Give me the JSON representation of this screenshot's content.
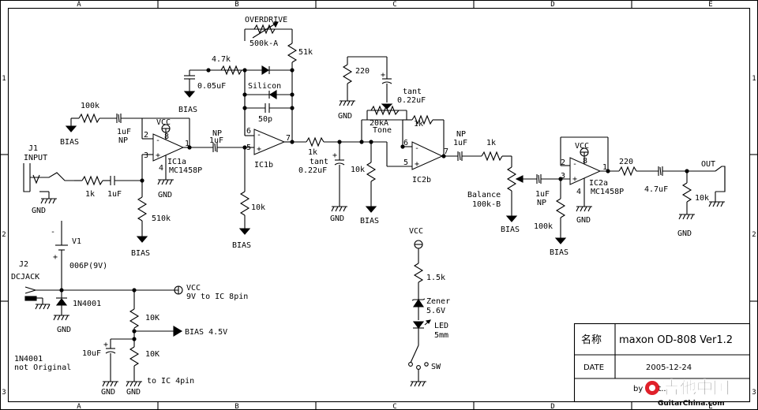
{
  "frame": {
    "columns": [
      "A",
      "B",
      "C",
      "D",
      "E"
    ],
    "rows": [
      "1",
      "2",
      "3"
    ]
  },
  "title_block": {
    "name_label": "名称",
    "name_value": "maxon OD-808 Ver1.2",
    "date_label": "DATE",
    "date_value": "2005-12-24",
    "by_value": "by mat..."
  },
  "watermark": {
    "main": "吉他中国",
    "sub": "GuitarChina.com"
  },
  "labels": {
    "j1": "J1",
    "input": "INPUT",
    "gnd": "GND",
    "bias": "BIAS",
    "vcc": "VCC",
    "r_100k": "100k",
    "c_1uf_np": "1uF",
    "np": "NP",
    "r_1k": "1k",
    "c_1uf": "1uF",
    "r_510k": "510k",
    "ic1a": "IC1a",
    "mc1458p": "MC1458P",
    "c_005uf": "0.05uF",
    "r_47k": "4.7k",
    "overdrive": "OVERDRIVE",
    "pot_500k": "500k-A",
    "r_51k": "51k",
    "silicon": "Silicon",
    "c_50p": "50p",
    "ic1b": "IC1b",
    "r_10k": "10k",
    "tant": "tant",
    "c_022uf": "0.22uF",
    "r_220": "220",
    "tone_pot": "20kA",
    "tone": "Tone",
    "ic2b": "IC2b",
    "balance": "Balance",
    "balance_pot": "100k-B",
    "ic2a": "IC2a",
    "c_47uf": "4.7uF",
    "out": "OUT",
    "v1": "V1",
    "battery": "006P(9V)",
    "j2": "J2",
    "dcjack": "DCJACK",
    "d_1n4001": "1N4001",
    "vcc_note": "9V to IC 8pin",
    "r_10K": "10K",
    "bias_45": "BIAS 4.5V",
    "c_10uf": "10uF",
    "to_ic4": "to IC 4pin",
    "not_original": "not Original",
    "r_15k": "1.5k",
    "zener": "Zener",
    "zener_v": "5.6V",
    "led": "LED",
    "led_size": "5mm",
    "sw": "SW",
    "pin2": "2",
    "pin3": "3",
    "pin1": "1",
    "pin4": "4",
    "pin5": "5",
    "pin6": "6",
    "pin7": "7",
    "pin8": "8",
    "plus": "+",
    "minus": "-",
    "cap_plus": "+"
  }
}
